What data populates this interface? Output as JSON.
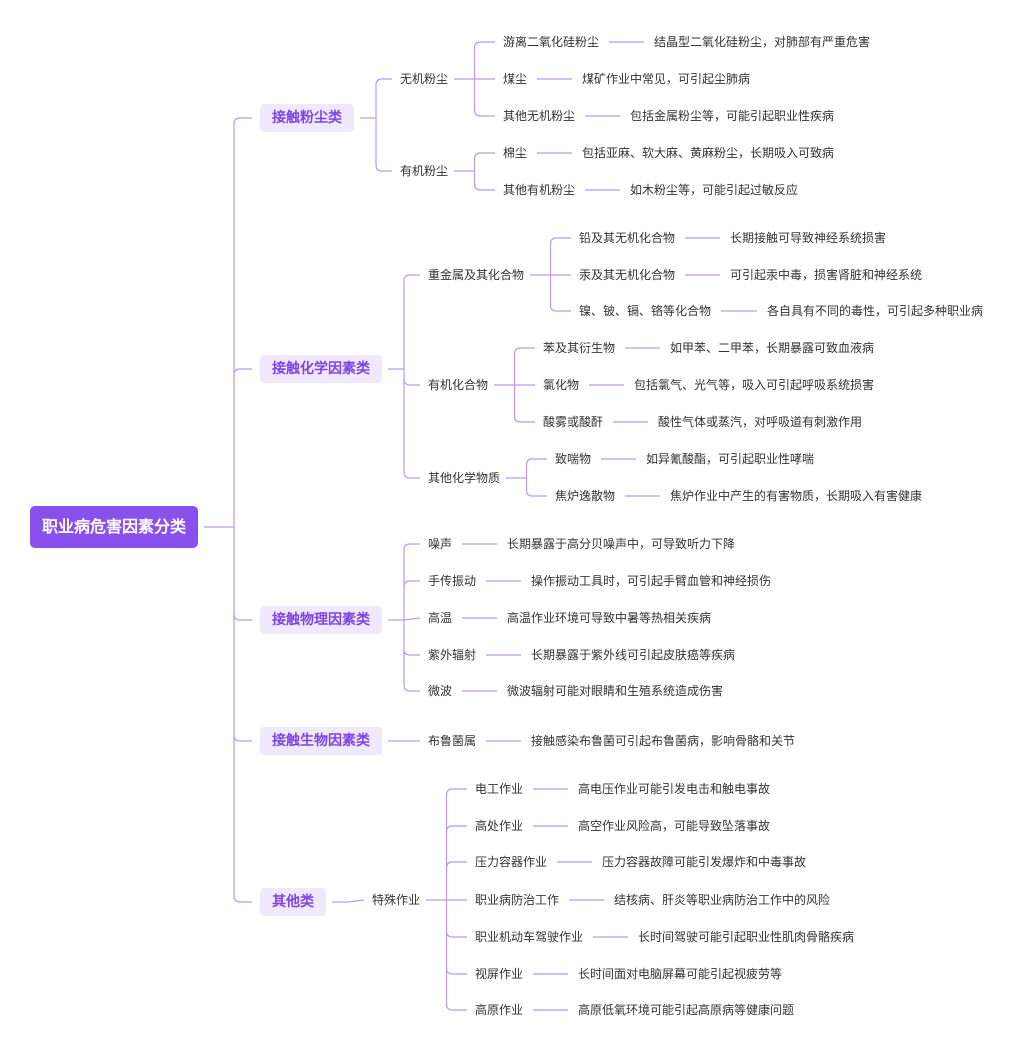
{
  "root": "职业病危害因素分类",
  "categories": [
    {
      "label": "接触粉尘类",
      "groups": [
        {
          "label": "无机粉尘",
          "items": [
            {
              "label": "游离二氧化硅粉尘",
              "desc": "结晶型二氧化硅粉尘，对肺部有严重危害"
            },
            {
              "label": "煤尘",
              "desc": "煤矿作业中常见，可引起尘肺病"
            },
            {
              "label": "其他无机粉尘",
              "desc": "包括金属粉尘等，可能引起职业性疾病"
            }
          ]
        },
        {
          "label": "有机粉尘",
          "items": [
            {
              "label": "棉尘",
              "desc": "包括亚麻、软大麻、黄麻粉尘，长期吸入可致病"
            },
            {
              "label": "其他有机粉尘",
              "desc": "如木粉尘等，可能引起过敏反应"
            }
          ]
        }
      ]
    },
    {
      "label": "接触化学因素类",
      "groups": [
        {
          "label": "重金属及其化合物",
          "items": [
            {
              "label": "铅及其无机化合物",
              "desc": "长期接触可导致神经系统损害"
            },
            {
              "label": "汞及其无机化合物",
              "desc": "可引起汞中毒，损害肾脏和神经系统"
            },
            {
              "label": "镍、铍、镉、铬等化合物",
              "desc": "各自具有不同的毒性，可引起多种职业病"
            }
          ]
        },
        {
          "label": "有机化合物",
          "items": [
            {
              "label": "苯及其衍生物",
              "desc": "如甲苯、二甲苯，长期暴露可致血液病"
            },
            {
              "label": "氯化物",
              "desc": "包括氯气、光气等，吸入可引起呼吸系统损害"
            },
            {
              "label": "酸雾或酸酐",
              "desc": "酸性气体或蒸汽，对呼吸道有刺激作用"
            }
          ]
        },
        {
          "label": "其他化学物质",
          "items": [
            {
              "label": "致喘物",
              "desc": "如异氰酸酯，可引起职业性哮喘"
            },
            {
              "label": "焦炉逸散物",
              "desc": "焦炉作业中产生的有害物质，长期吸入有害健康"
            }
          ]
        }
      ]
    },
    {
      "label": "接触物理因素类",
      "items": [
        {
          "label": "噪声",
          "desc": "长期暴露于高分贝噪声中，可导致听力下降"
        },
        {
          "label": "手传振动",
          "desc": "操作振动工具时，可引起手臂血管和神经损伤"
        },
        {
          "label": "高温",
          "desc": "高温作业环境可导致中暑等热相关疾病"
        },
        {
          "label": "紫外辐射",
          "desc": "长期暴露于紫外线可引起皮肤癌等疾病"
        },
        {
          "label": "微波",
          "desc": "微波辐射可能对眼睛和生殖系统造成伤害"
        }
      ]
    },
    {
      "label": "接触生物因素类",
      "items": [
        {
          "label": "布鲁菌属",
          "desc": "接触感染布鲁菌可引起布鲁菌病，影响骨骼和关节"
        }
      ]
    },
    {
      "label": "其他类",
      "groups": [
        {
          "label": "特殊作业",
          "items": [
            {
              "label": "电工作业",
              "desc": "高电压作业可能引发电击和触电事故"
            },
            {
              "label": "高处作业",
              "desc": "高空作业风险高，可能导致坠落事故"
            },
            {
              "label": "压力容器作业",
              "desc": "压力容器故障可能引发爆炸和中毒事故"
            },
            {
              "label": "职业病防治工作",
              "desc": "结核病、肝炎等职业病防治工作中的风险"
            },
            {
              "label": "职业机动车驾驶作业",
              "desc": "长时间驾驶可能引起职业性肌肉骨骼疾病"
            },
            {
              "label": "视屏作业",
              "desc": "长时间面对电脑屏幕可能引起视疲劳等"
            },
            {
              "label": "高原作业",
              "desc": "高原低氧环境可能引起高原病等健康问题"
            }
          ]
        }
      ]
    }
  ],
  "colors": {
    "root_bg": "#8a50ee",
    "category_bg": "#f0e8fd",
    "category_text": "#7d44e6",
    "line": "#b99af2",
    "text": "#333333"
  }
}
